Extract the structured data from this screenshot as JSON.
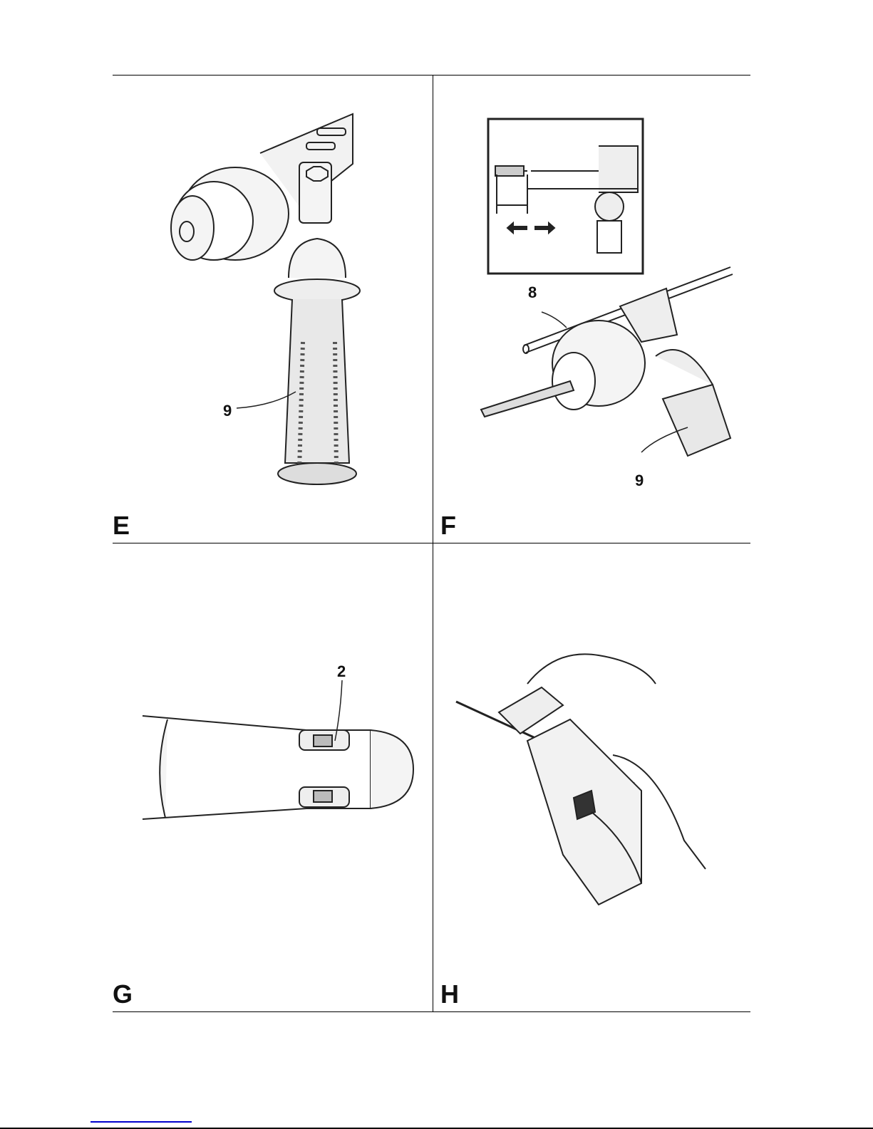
{
  "panels": [
    {
      "id": "E",
      "letter": "E",
      "callouts": [
        "9"
      ]
    },
    {
      "id": "F",
      "letter": "F",
      "callouts": [
        "8",
        "9"
      ]
    },
    {
      "id": "G",
      "letter": "G",
      "callouts": [
        "2"
      ]
    },
    {
      "id": "H",
      "letter": "H",
      "callouts": []
    }
  ]
}
